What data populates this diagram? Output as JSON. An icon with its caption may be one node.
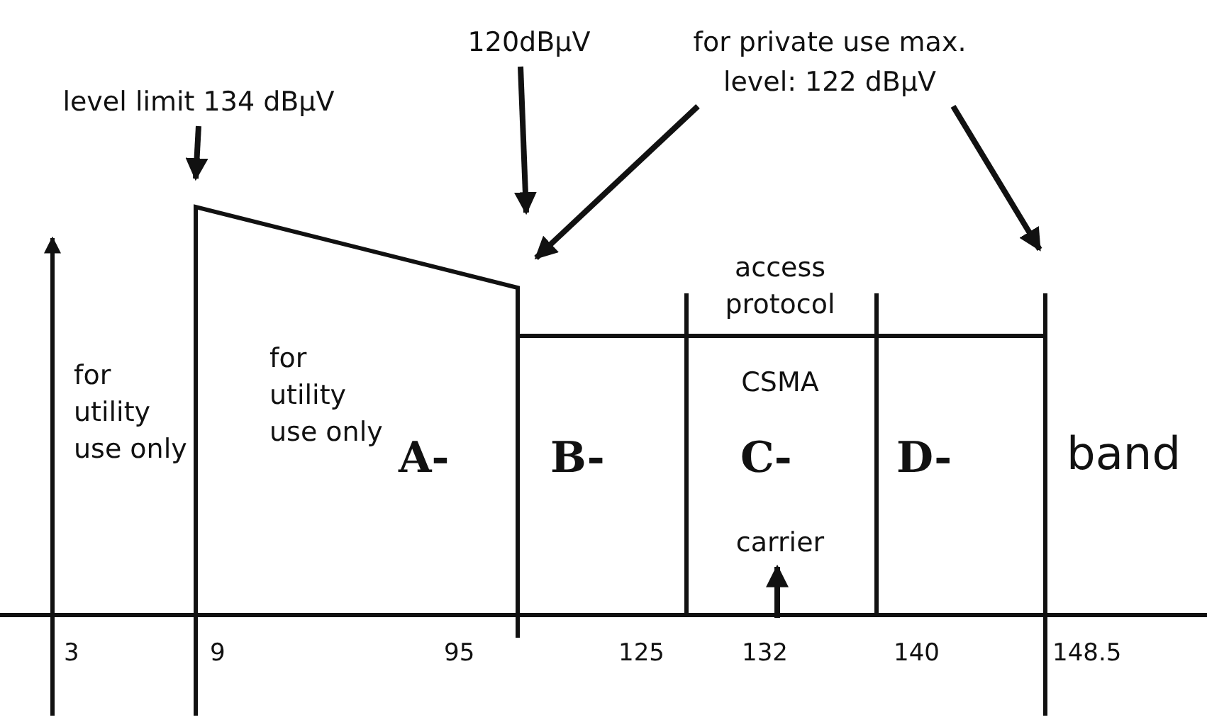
{
  "diagram": {
    "nodes": [
      {
        "text": [
          "level limit 134 dBμV"
        ]
      },
      {
        "text": [
          "120dBμV"
        ]
      },
      {
        "text": [
          "for private use max. level: 122 dBμV"
        ]
      },
      {
        "text": [
          "carrier"
        ]
      }
    ],
    "edges": [
      {
        "from": 0,
        "to": null,
        "arrow": "to"
      },
      {
        "from": 1,
        "to": null,
        "arrow": "to"
      },
      {
        "from": 2,
        "to": null,
        "arrow": "to"
      },
      {
        "from": 2,
        "to": null,
        "arrow": "to"
      },
      {
        "from": null,
        "to": 3,
        "arrow": "to"
      }
    ],
    "labels": [
      "access protocol",
      "for utility use only",
      "for utility use only",
      "CSMA",
      "A-",
      "B-",
      "C-",
      "D-",
      "band",
      "3",
      "9",
      "95",
      "125",
      "132",
      "140",
      "148.5"
    ]
  }
}
